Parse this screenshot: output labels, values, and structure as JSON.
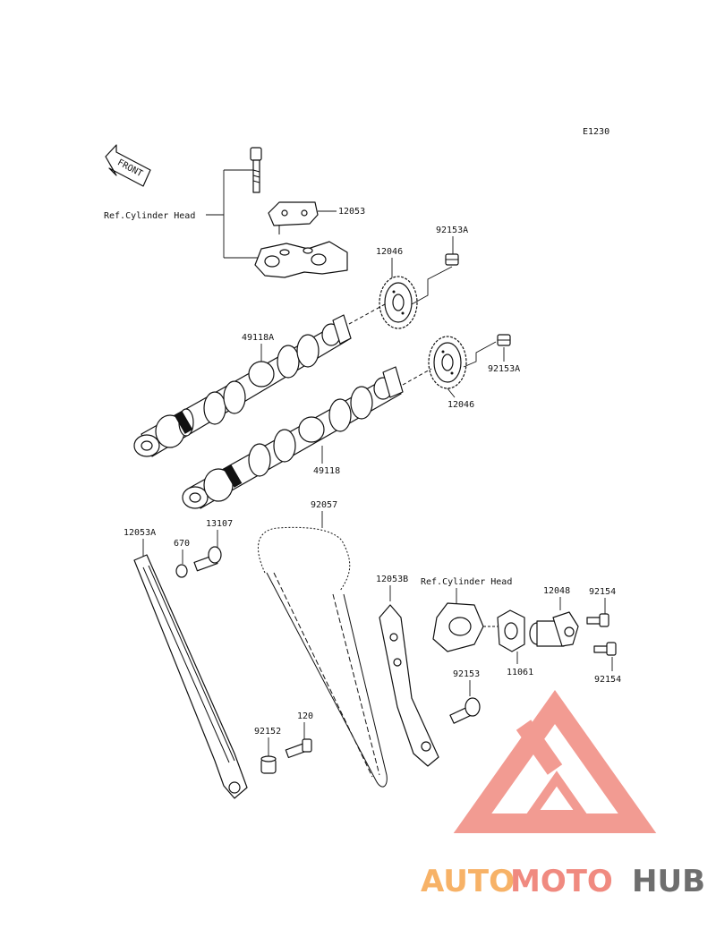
{
  "diagram_code": "E1230",
  "front_label": "FRONT",
  "ref_head_top": "Ref.Cylinder Head",
  "ref_head_mid": "Ref.Cylinder Head",
  "parts": {
    "p12053": "12053",
    "p12046_top": "12046",
    "p92153A_top": "92153A",
    "p49118A": "49118A",
    "p92153A_bottom": "92153A",
    "p12046_bottom": "12046",
    "p49118": "49118",
    "p92057": "92057",
    "p12053A": "12053A",
    "p670": "670",
    "p13107": "13107",
    "p12053B": "12053B",
    "p12048": "12048",
    "p92154_top": "92154",
    "p11061": "11061",
    "p92154_bottom": "92154",
    "p92153": "92153",
    "p92152": "92152",
    "p120": "120"
  },
  "watermark": {
    "text_a": "AUTO",
    "text_b": "MOTO",
    "text_c": "HUB",
    "color_a": "#f7b267",
    "color_b": "#f08a80",
    "color_c": "#6e6e6e",
    "logo_color": "#f08a80"
  }
}
